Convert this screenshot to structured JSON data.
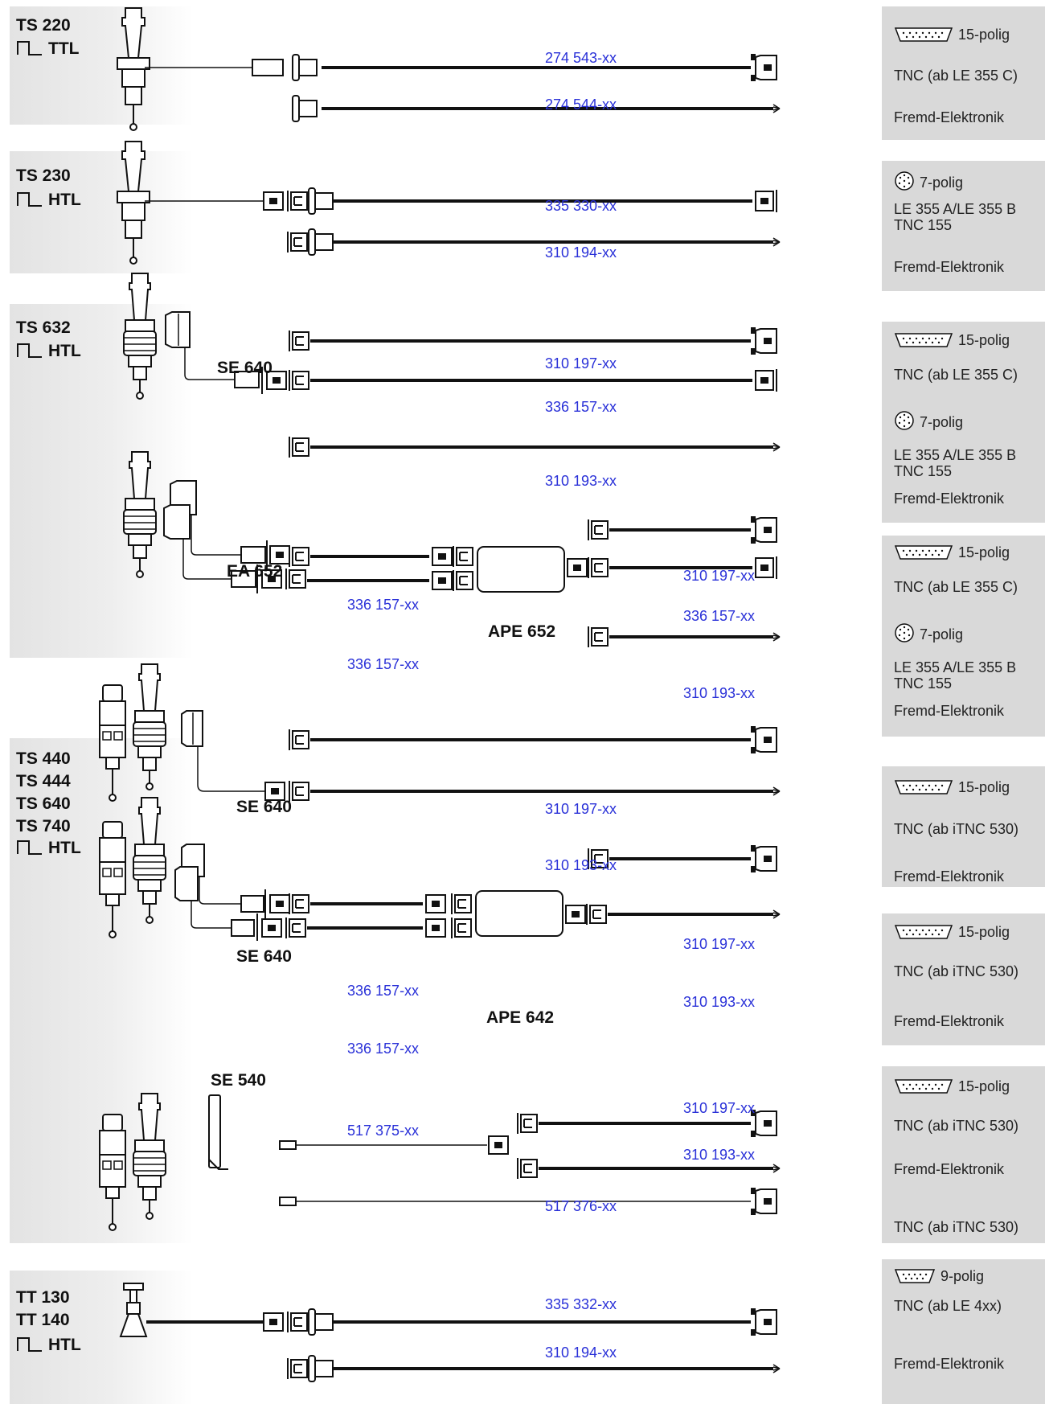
{
  "groups": [
    {
      "titles": "TS 220",
      "signal": "TTL"
    },
    {
      "titles": "TS 230",
      "signal": "HTL"
    },
    {
      "titles": "TS 632",
      "signal": "HTL"
    },
    {
      "titles": "TS 440\nTS 444\nTS 640\nTS 740",
      "signal": "HTL"
    },
    {
      "titles": "TT 130\nTT 140",
      "signal": "HTL"
    }
  ],
  "units": {
    "se640_a": "SE 640",
    "ea652": "EA 652",
    "se640_b": "SE 640",
    "se640_c": "SE 640",
    "se540": "SE 540",
    "ape652": "APE 652",
    "ape642": "APE 642"
  },
  "cables": {
    "c1": "274 543-xx",
    "c2": "274 544-xx",
    "c3": "335 330-xx",
    "c4": "310 194-xx",
    "c5": "310 197-xx",
    "c6": "336 157-xx",
    "c7": "310 193-xx",
    "c8": "310 197-xx",
    "c9": "336 157-xx",
    "c10": "336 157-xx",
    "c11": "336 157-xx",
    "c12": "310 193-xx",
    "c13": "310 197-xx",
    "c14": "310 193-xx",
    "c15": "310 197-xx",
    "c16": "336 157-xx",
    "c17": "310 193-xx",
    "c18": "336 157-xx",
    "c19": "310 197-xx",
    "c20": "517 375-xx",
    "c21": "310 193-xx",
    "c22": "517 376-xx",
    "c23": "335 332-xx",
    "c24": "310 194-xx"
  },
  "right": {
    "r1h": "15-polig",
    "r1": "TNC (ab LE 355 C)",
    "r1b": "Fremd-Elektronik",
    "r2h": "7-polig",
    "r2a": "LE 355 A/LE 355 B",
    "r2b": "TNC 155",
    "r2c": "Fremd-Elektronik",
    "r3h": "15-polig",
    "r3": "TNC (ab LE 355 C)",
    "r3h2": "7-polig",
    "r3a": "LE 355 A/LE 355 B",
    "r3b": "TNC 155",
    "r3c": "Fremd-Elektronik",
    "r4h": "15-polig",
    "r4": "TNC (ab LE 355 C)",
    "r4h2": "7-polig",
    "r4a": "LE 355 A/LE 355 B",
    "r4b": "TNC 155",
    "r4c": "Fremd-Elektronik",
    "r5h": "15-polig",
    "r5": "TNC (ab iTNC 530)",
    "r5b": "Fremd-Elektronik",
    "r6h": "15-polig",
    "r6": "TNC (ab iTNC 530)",
    "r6b": "Fremd-Elektronik",
    "r7h": "15-polig",
    "r7": "TNC (ab iTNC 530)",
    "r7b": "Fremd-Elektronik",
    "r7c": "TNC (ab iTNC 530)",
    "r8h": "9-polig",
    "r8": "TNC (ab LE 4xx)",
    "r8b": "Fremd-Elektronik"
  }
}
